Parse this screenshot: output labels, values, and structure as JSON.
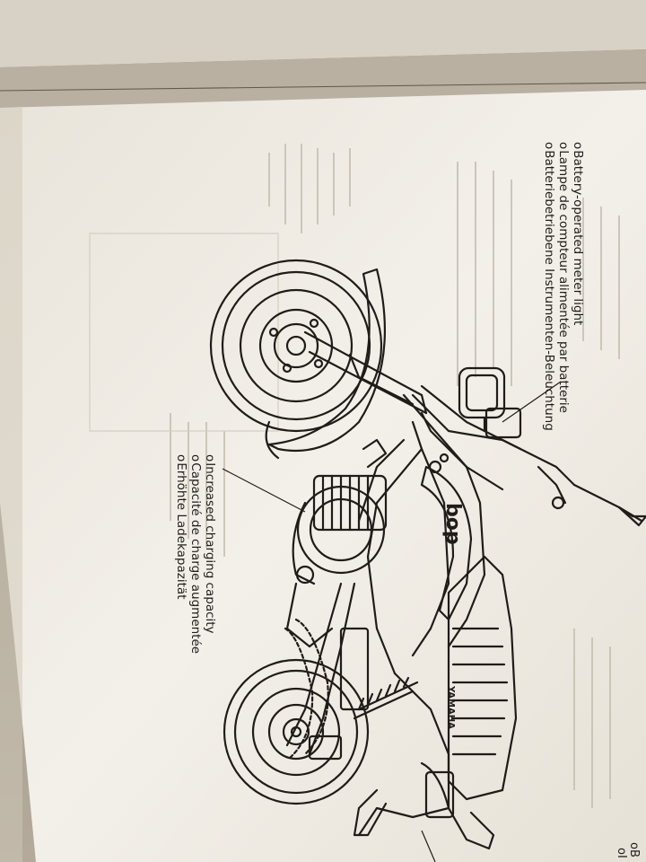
{
  "callouts": {
    "meter_light": {
      "en": "Battery-operated meter light",
      "fr": "Lampe de compteur alimentée par batterie",
      "de": "Batteriebetriebene Instrumenten-Beleuchtung"
    },
    "charging": {
      "en": "Increased charging capacity",
      "fr": "Capacité de charge augmentée",
      "de": "Erhöhte Ladekapazität"
    }
  },
  "bike_labels": {
    "logo": "bop",
    "brand": "YAMAHA"
  },
  "edge_marks": {
    "a": "oB",
    "b": "oI"
  },
  "colors": {
    "paper": "#f2efe8",
    "paper_shadow": "#ddd6c8",
    "ink": "#1f1c19",
    "background_top": "#a39a8d"
  }
}
